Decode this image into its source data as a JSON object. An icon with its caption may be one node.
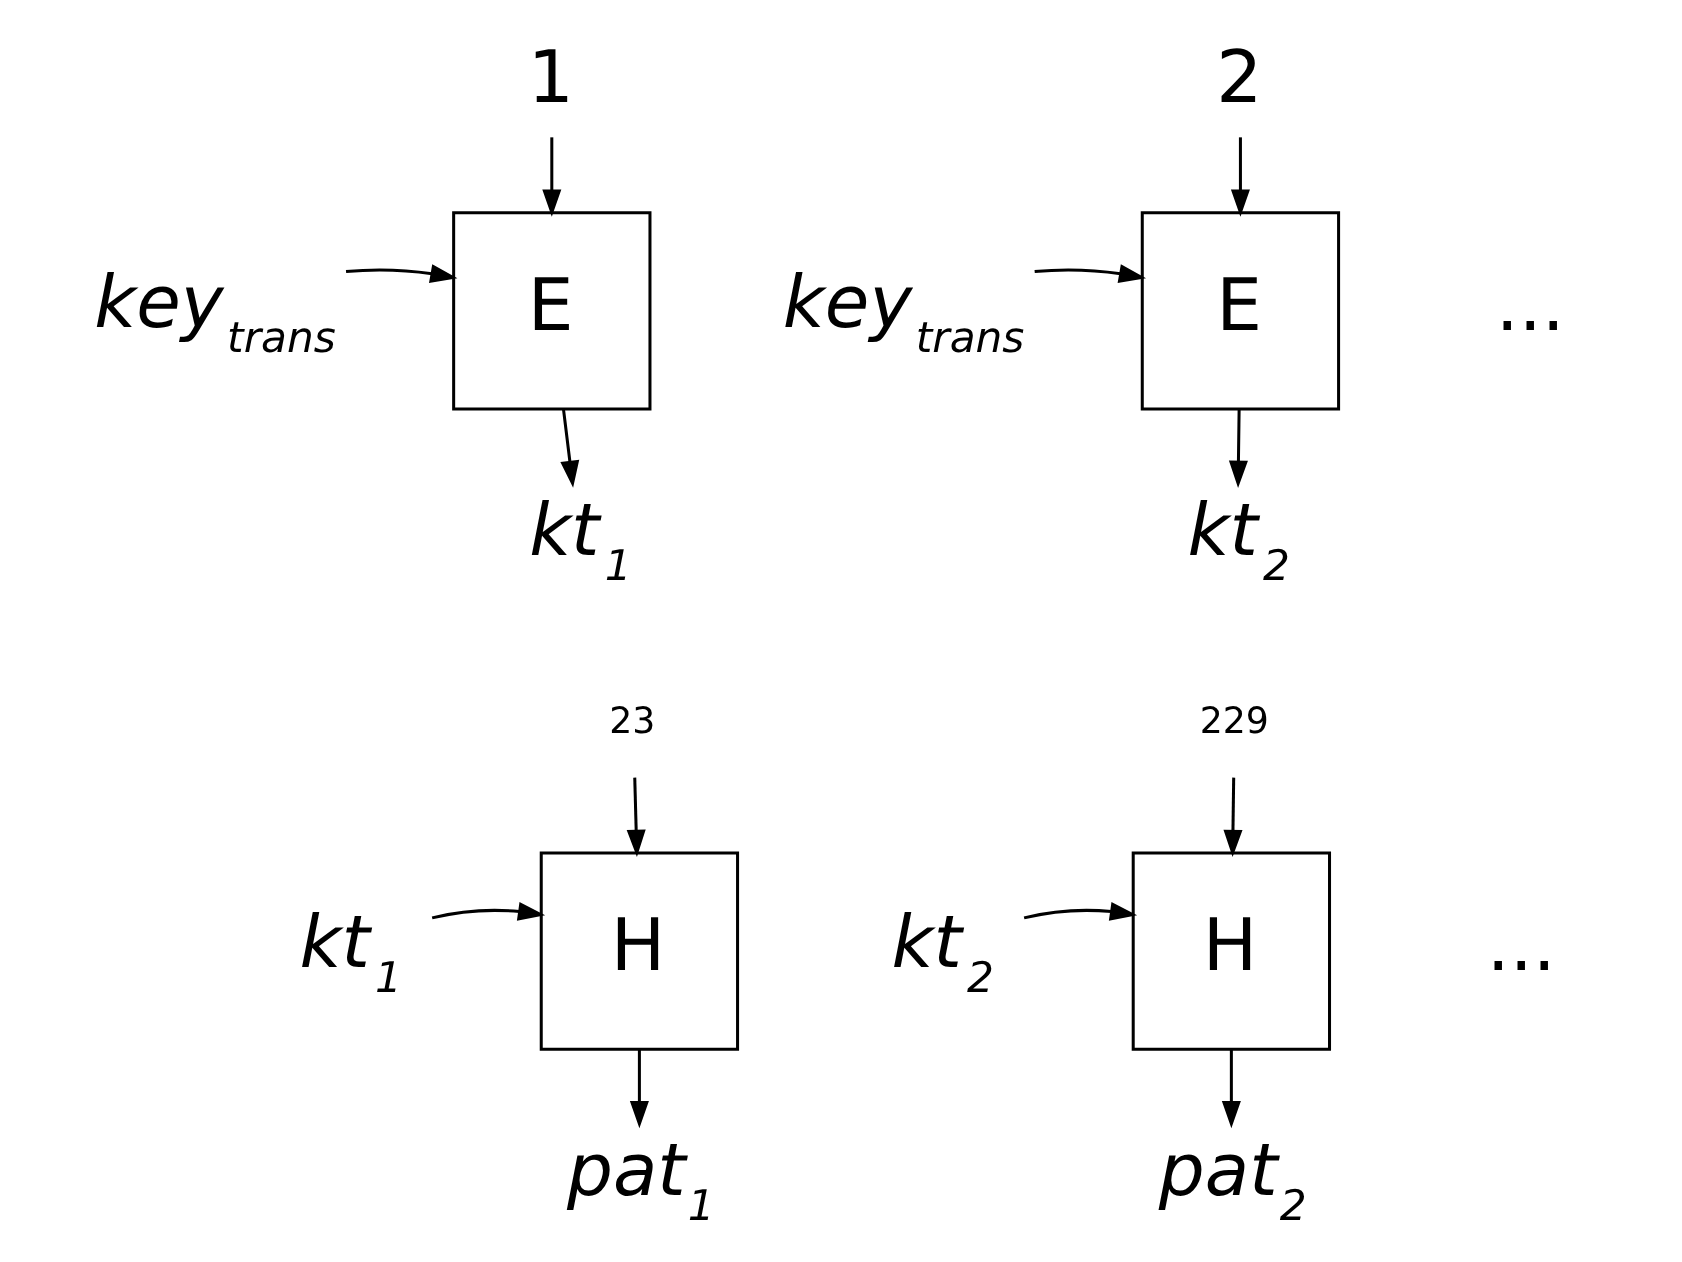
{
  "diagram": {
    "nodes": [
      {
        "text": [
          "1"
        ]
      },
      {
        "text": [
          "key$_{trans}$"
        ]
      },
      {
        "text": [
          "E"
        ]
      },
      {
        "text": [
          "kt$_{1}$"
        ]
      },
      {
        "text": [
          "2"
        ]
      },
      {
        "text": [
          "key$_{trans}$"
        ]
      },
      {
        "text": [
          "E"
        ]
      },
      {
        "text": [
          "kt$_{2}$"
        ]
      },
      {
        "text": [
          "23"
        ]
      },
      {
        "text": [
          "kt$_{1}$"
        ]
      },
      {
        "text": [
          "H"
        ]
      },
      {
        "text": [
          "pat$_{1}$"
        ]
      },
      {
        "text": [
          "229"
        ]
      },
      {
        "text": [
          "kt$_{2}$"
        ]
      },
      {
        "text": [
          "H"
        ]
      },
      {
        "text": [
          "pat$_{2}$"
        ]
      }
    ],
    "edges": [
      {
        "from": 0,
        "to": 2,
        "arrow": "to"
      },
      {
        "from": 1,
        "to": 2,
        "arrow": "to"
      },
      {
        "from": 2,
        "to": 3,
        "arrow": "to"
      },
      {
        "from": 4,
        "to": 6,
        "arrow": "to"
      },
      {
        "from": 5,
        "to": 6,
        "arrow": "to"
      },
      {
        "from": 6,
        "to": 7,
        "arrow": "to"
      },
      {
        "from": 8,
        "to": 10,
        "arrow": "to"
      },
      {
        "from": 9,
        "to": 10,
        "arrow": "to"
      },
      {
        "from": 10,
        "to": 11,
        "arrow": "to"
      },
      {
        "from": 12,
        "to": 14,
        "arrow": "to"
      },
      {
        "from": 13,
        "to": 14,
        "arrow": "to"
      },
      {
        "from": 14,
        "to": 15,
        "arrow": "to"
      }
    ],
    "labels": [
      "...",
      "..."
    ]
  }
}
